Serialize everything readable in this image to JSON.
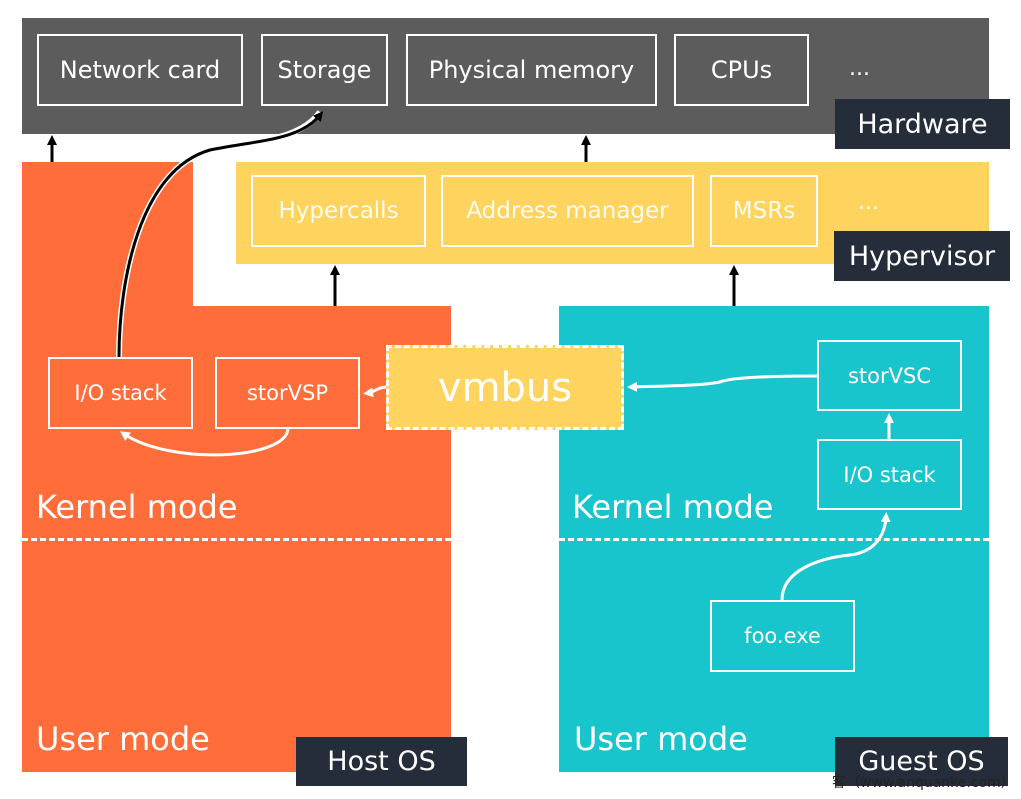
{
  "hardware": {
    "label": "Hardware",
    "components": [
      "Network card",
      "Storage",
      "Physical memory",
      "CPUs"
    ],
    "more": "..."
  },
  "hypervisor": {
    "label": "Hypervisor",
    "components": [
      "Hypercalls",
      "Address manager",
      "MSRs"
    ],
    "more": "..."
  },
  "host_os": {
    "label": "Host OS",
    "kernel_mode": "Kernel mode",
    "user_mode": "User mode",
    "io_stack": "I/O stack",
    "stor_vsp": "storVSP"
  },
  "vmbus": {
    "label": "vmbus"
  },
  "guest_os": {
    "label": "Guest OS",
    "kernel_mode": "Kernel mode",
    "user_mode": "User mode",
    "stor_vsc": "storVSC",
    "io_stack": "I/O stack",
    "app": "foo.exe"
  },
  "watermark": "客（www.anquanke.com）",
  "colors": {
    "hardware": "#5c5c5c",
    "hypervisor": "#fed35e",
    "host": "#ff6d3b",
    "guest": "#19c5cc",
    "tag": "#252d3b"
  }
}
